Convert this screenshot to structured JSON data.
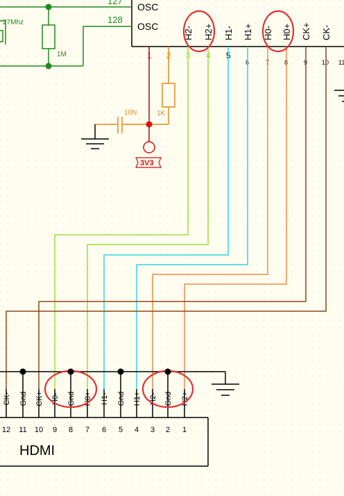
{
  "ic": {
    "pins_left": [
      {
        "num": "127",
        "name": "OSC"
      },
      {
        "num": "128",
        "name": "OSC"
      }
    ],
    "pins_top": [
      {
        "num": "1",
        "name": "",
        "color": "#c71e6a"
      },
      {
        "num": "2",
        "name": "",
        "color": "#e08a1a"
      },
      {
        "num": "3",
        "name": "H2-",
        "color": "#9adf3a"
      },
      {
        "num": "4",
        "name": "H2+",
        "color": "#9adf3a"
      },
      {
        "num": "5",
        "name": "H1-",
        "color": "#2ed3e8"
      },
      {
        "num": "6",
        "name": "H1+",
        "color": "#2ed3e8"
      },
      {
        "num": "7",
        "name": "H0-",
        "color": "#f08a4b"
      },
      {
        "num": "8",
        "name": "H0+",
        "color": "#f08a4b"
      },
      {
        "num": "9",
        "name": "CK+",
        "color": "#8a4a1a"
      },
      {
        "num": "10",
        "name": "CK-",
        "color": "#8a4a1a"
      },
      {
        "num": "11",
        "name": "",
        "color": "#8a4a1a"
      }
    ]
  },
  "crystal": {
    "label": "27Mhz"
  },
  "resistors": {
    "r1": "1M",
    "r2": "1K"
  },
  "capacitor": {
    "label": "10N"
  },
  "power": {
    "label": "3V3"
  },
  "hdmi": {
    "title": "HDMI",
    "pins": [
      {
        "num": "12",
        "name": "CK-"
      },
      {
        "num": "11",
        "name": "Gnd"
      },
      {
        "num": "10",
        "name": "CK+"
      },
      {
        "num": "9",
        "name": "H0-"
      },
      {
        "num": "8",
        "name": "Gnd"
      },
      {
        "num": "7",
        "name": "H0+"
      },
      {
        "num": "6",
        "name": "H1-"
      },
      {
        "num": "5",
        "name": "Gnd"
      },
      {
        "num": "4",
        "name": "H1+"
      },
      {
        "num": "3",
        "name": "H2-"
      },
      {
        "num": "2",
        "name": "Gnd"
      },
      {
        "num": "1",
        "name": "H2+"
      }
    ]
  },
  "colors": {
    "green_osc": "#1f8a1f",
    "lime": "#9adf3a",
    "cyan": "#2ed3e8",
    "orange": "#f08a4b",
    "brown": "#8a4a1a",
    "dark_red": "#a01010",
    "highlight": "#e03030"
  }
}
